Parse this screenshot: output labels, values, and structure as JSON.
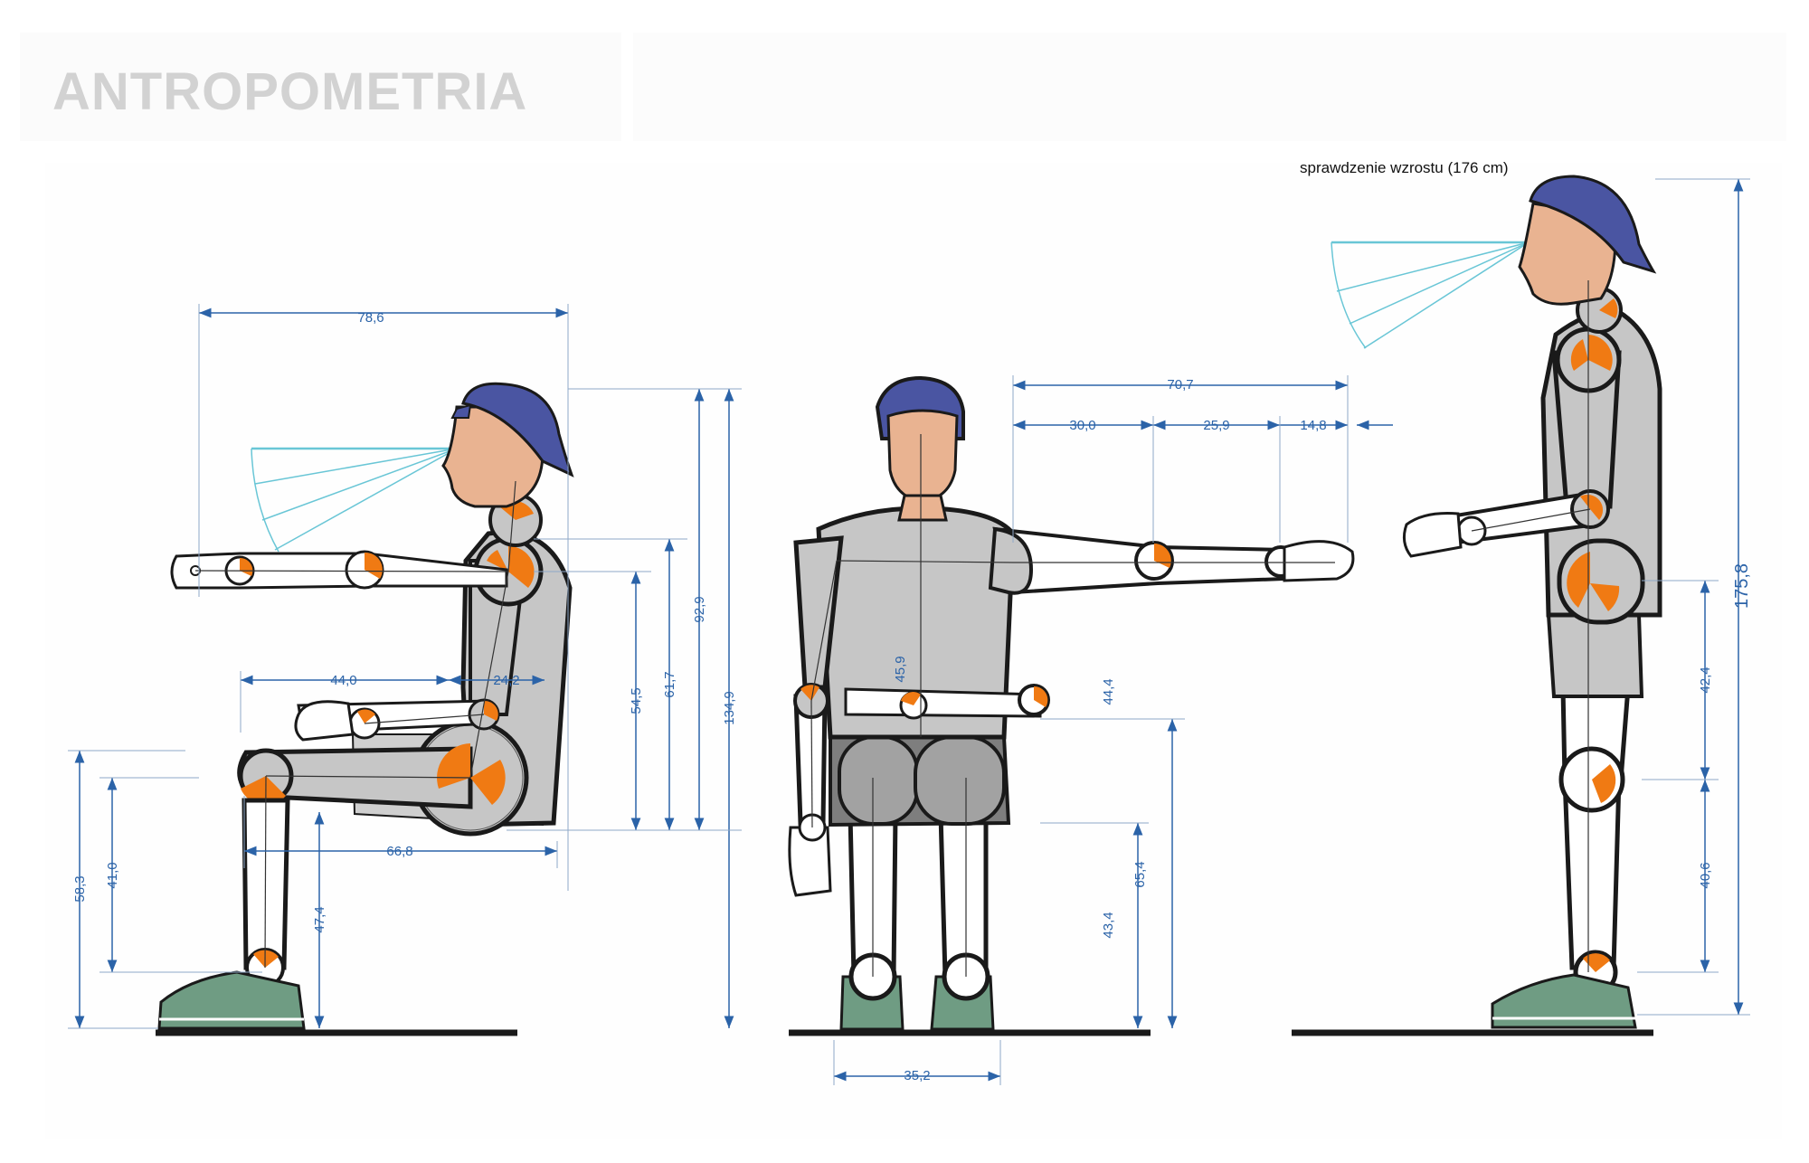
{
  "title": "ANTROPOMETRIA",
  "note": "sprawdzenie wzrostu (176 cm)",
  "colors": {
    "dimension": "#2b63a8",
    "body_fill": "#c6c6c6",
    "outline": "#1a1a1a",
    "joint_accent": "#f07a13",
    "cap": "#4a55a2",
    "skin": "#e9b391",
    "shoe": "#6f9c83",
    "sight": "#69c6d6",
    "floor": "#1a1a1a"
  },
  "figures": {
    "seated_side": {
      "width_reach": "78,6",
      "height_total": "134,9",
      "eye_height": "92,9",
      "shoulder_height": "61,7",
      "elbow_height": "54,5",
      "forearm_length": "44,0",
      "elbow_to_back": "24,2",
      "seat_depth": "66,8",
      "thigh_height": "58,3",
      "knee_to_seat": "41,0",
      "popliteal_height": "47,4"
    },
    "seated_front": {
      "arm_reach": "70,7",
      "segment_upper_arm": "30,0",
      "segment_forearm": "25,9",
      "segment_hand": "14,8",
      "shoulder_to_seat": "45,9",
      "elbow_to_seat": "44,4",
      "knee_height": "65,4",
      "seat_height": "43,4",
      "hip_width": "35,2"
    },
    "standing_side": {
      "stature": "175,8",
      "hip_to_knee": "42,4",
      "knee_height": "40,6"
    }
  }
}
